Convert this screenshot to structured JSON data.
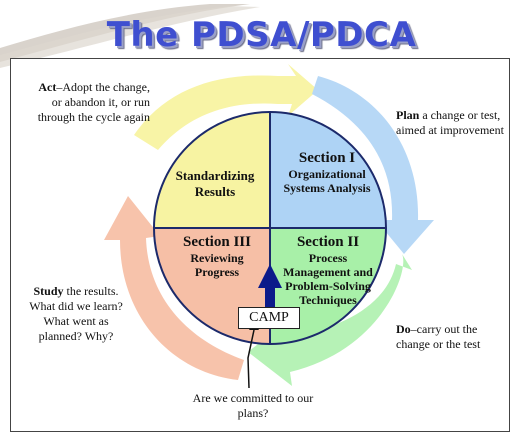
{
  "title": "The PDSA/PDCA",
  "colors": {
    "title": "#3f4fd0",
    "section_plan": "#aed3f5",
    "section_do": "#a8f0a8",
    "section_study": "#f6bfa6",
    "section_act": "#f7f3a2",
    "arrow_up": "#0b1a8a"
  },
  "steps": {
    "act": {
      "keyword": "Act",
      "text": "–Adopt the change, or abandon it, or run through the cycle again"
    },
    "plan": {
      "keyword": "Plan",
      "text": " a change or test, aimed at improvement"
    },
    "do": {
      "keyword": "Do",
      "text": "–carry out the change or the test"
    },
    "study": {
      "keyword": "Study",
      "text": " the results. What did we learn? What went as planned? Why?"
    }
  },
  "sections": {
    "top_left": {
      "title": "",
      "subtitle": "Standardizing Results"
    },
    "top_right": {
      "title": "Section I",
      "subtitle": "Organizational Systems Analysis"
    },
    "bottom_right": {
      "title": "Section II",
      "subtitle": "Process Management and Problem-Solving Techniques"
    },
    "bottom_left": {
      "title": "Section III",
      "subtitle": "Reviewing Progress"
    }
  },
  "camp": "CAMP",
  "question": "Are we committed to our plans?"
}
